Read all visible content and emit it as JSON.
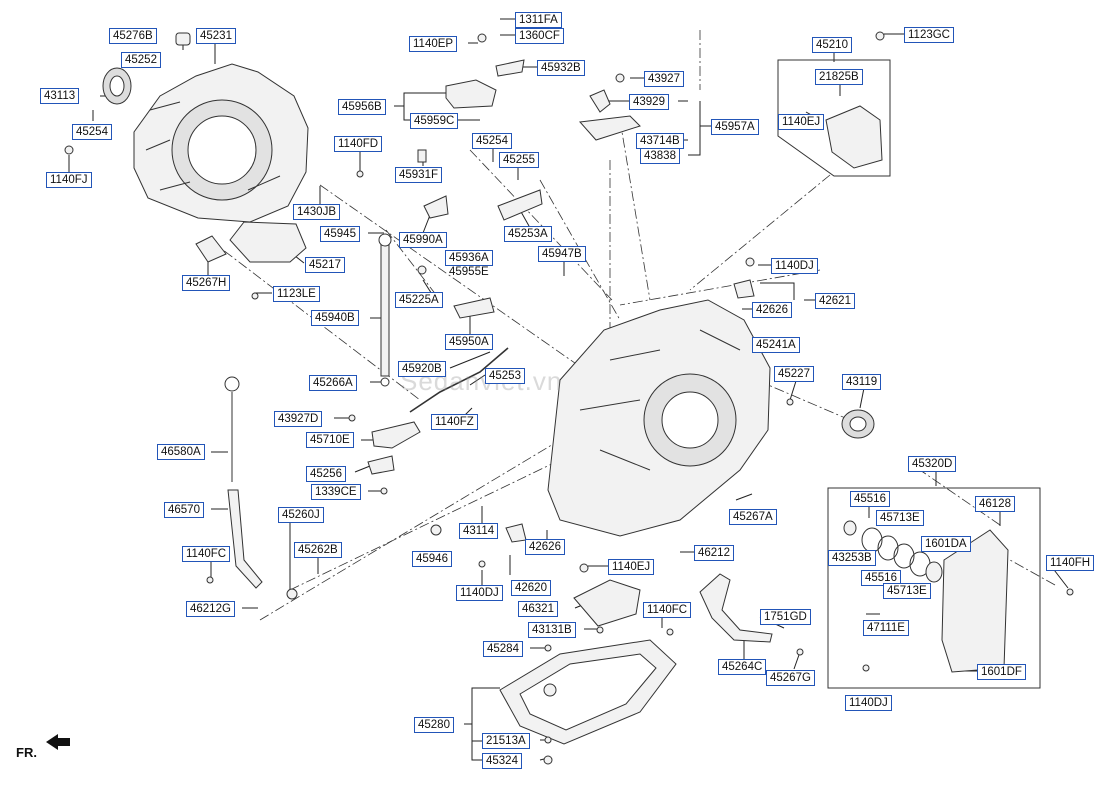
{
  "labels": {
    "l45276B": "45276B",
    "l45231": "45231",
    "l45252": "45252",
    "l43113": "43113",
    "l45254a": "45254",
    "l1140FJ": "1140FJ",
    "l1430JB": "1430JB",
    "l45945": "45945",
    "l45217": "45217",
    "l45267H": "45267H",
    "l1123LE": "1123LE",
    "l45940B": "45940B",
    "l45266A": "45266A",
    "l43927D": "43927D",
    "l45710E": "45710E",
    "l45256": "45256",
    "l1339CE": "1339CE",
    "l46580A": "46580A",
    "l46570": "46570",
    "l45260J": "45260J",
    "l45262B": "45262B",
    "l1140FC": "1140FC",
    "l46212G": "46212G",
    "l1311FA": "1311FA",
    "l1140EP": "1140EP",
    "l1360CF": "1360CF",
    "l45932B": "45932B",
    "l45956B": "45956B",
    "l45959C": "45959C",
    "l1140FD": "1140FD",
    "l45254b": "45254",
    "l45255": "45255",
    "l45931F": "45931F",
    "l45990A": "45990A",
    "l45253A": "45253A",
    "l45936A": "45936A",
    "l45947B": "45947B",
    "l45225A": "45225A",
    "l45950A": "45950A",
    "l45920B": "45920B",
    "l45253": "45253",
    "l1140FZ": "1140FZ",
    "l43927": "43927",
    "l43929": "43929",
    "l45957A": "45957A",
    "l43714B": "43714B",
    "l43838": "43838",
    "l45210": "45210",
    "l1123GC": "1123GC",
    "l21825B": "21825B",
    "l1140EJa": "1140EJ",
    "l1140DJa": "1140DJ",
    "l42626a": "42626",
    "l42621": "42621",
    "l45241A": "45241A",
    "l45227": "45227",
    "l43119": "43119",
    "l45320D": "45320D",
    "l45516a": "45516",
    "l46128": "46128",
    "l45713Ea": "45713E",
    "l43253B": "43253B",
    "l1601DAa": "1601DA",
    "l45516b": "45516",
    "l45713Eb": "45713E",
    "l47111E": "47111E",
    "l1601DF": "1601DF",
    "l1140FH": "1140FH",
    "l1140DJc": "1140DJ",
    "l45267A": "45267A",
    "l43114": "43114",
    "l45946": "45946",
    "l42626b": "42626",
    "l1140DJb": "1140DJ",
    "l42620": "42620",
    "l46212": "46212",
    "l1140EJb": "1140EJ",
    "l46321": "46321",
    "l43131B": "43131B",
    "l45284": "45284",
    "l1140FC2": "1140FC",
    "l1751GD": "1751GD",
    "l45264C": "45264C",
    "l45267G": "45267G",
    "l45280": "45280",
    "l21513A": "21513A",
    "l45324": "45324"
  },
  "plain_text": {
    "p45955E": "45955E"
  },
  "footer": {
    "fr": "FR."
  },
  "watermark": "Sedanviet.vn",
  "colors": {
    "label_border": "#2255b8",
    "line": "#222222",
    "part_fill": "#f2f2f2",
    "part_stroke": "#333333"
  }
}
